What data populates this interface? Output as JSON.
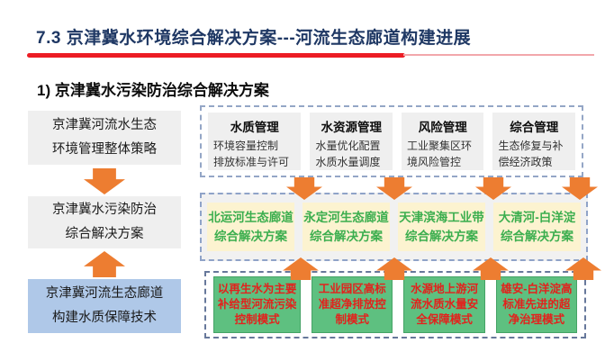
{
  "slide": {
    "title": "7.3 京津冀水环境综合解决方案---河流生态廊道构建进展",
    "section_heading": "1) 京津冀水污染防治综合解决方案"
  },
  "left_flow": {
    "boxes": [
      {
        "lines": [
          "京津冀河流水生态",
          "环境管理整体策略"
        ]
      },
      {
        "lines": [
          "京津冀水污染防治",
          "综合解决方案"
        ]
      },
      {
        "lines": [
          "京津冀河流生态廊道",
          "构建水质保障技术"
        ]
      }
    ]
  },
  "management_row": {
    "columns": [
      {
        "header": "水质管理",
        "items": [
          "环境容量控制",
          "排放标准与许可"
        ]
      },
      {
        "header": "水资源管理",
        "items": [
          "水量优化配置",
          "水质水量调度"
        ]
      },
      {
        "header": "风险管理",
        "items": [
          "工业聚集区环境风险管控"
        ]
      },
      {
        "header": "综合管理",
        "items": [
          "生态修复与补偿经济政策"
        ]
      }
    ]
  },
  "corridor_row": {
    "boxes": [
      {
        "lines": [
          "北运河生态廊道",
          "综合解决方案"
        ]
      },
      {
        "lines": [
          "永定河生态廊道",
          "综合解决方案"
        ]
      },
      {
        "lines": [
          "天津滨海工业带",
          "综合解决方案"
        ]
      },
      {
        "lines": [
          "大清河-白洋淀",
          "综合解决方案"
        ]
      }
    ]
  },
  "mode_row": {
    "boxes": [
      {
        "lines": [
          "以再生水为主要",
          "补给型河流污染",
          "控制模式"
        ]
      },
      {
        "lines": [
          "工业园区高标",
          "准超净排放控",
          "制模式"
        ]
      },
      {
        "lines": [
          "水源地上游河",
          "流水质水量安",
          "全保障模式"
        ]
      },
      {
        "lines": [
          "雄安-白洋淀高",
          "标准先进的超",
          "净治理模式"
        ]
      }
    ]
  },
  "icons": {
    "flow_arrow_down": "arrow-down-icon",
    "flow_arrow_up": "arrow-up-icon"
  },
  "colors": {
    "title_navy": "#1f3864",
    "rule_red": "#ec1c24",
    "rule_light_red": "#f2a7ab",
    "arrow_orange": "#ed7d31",
    "box_gray": "#efefef",
    "box_blue": "#afc8e8",
    "box_cream": "#fcf3d0",
    "box_green": "#5ec080",
    "text_green": "#3bae4e",
    "text_red": "#e3211c",
    "dash_border_blue": "#94a6c6",
    "dash_border_dark": "#67789b"
  }
}
